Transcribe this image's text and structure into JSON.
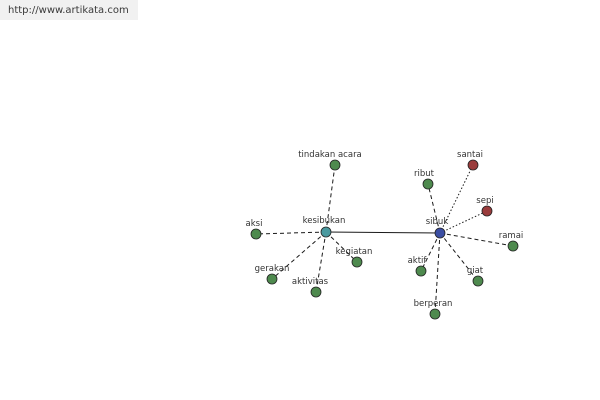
{
  "header": {
    "url": "http://www.artikata.com"
  },
  "colors": {
    "green": "#4e8a4e",
    "teal": "#4a9aa0",
    "blue": "#3b4ea3",
    "red": "#9a3c3c"
  },
  "graph": {
    "nodes": [
      {
        "id": "kesibukan",
        "label": "kesibukan",
        "color": "teal"
      },
      {
        "id": "sibuk",
        "label": "sibuk",
        "color": "blue"
      },
      {
        "id": "tindakan-acara",
        "label": "tindakan acara",
        "color": "green"
      },
      {
        "id": "aksi",
        "label": "aksi",
        "color": "green"
      },
      {
        "id": "gerakan",
        "label": "gerakan",
        "color": "green"
      },
      {
        "id": "aktivitas",
        "label": "aktivitas",
        "color": "green"
      },
      {
        "id": "kegiatan",
        "label": "kegiatan",
        "color": "green"
      },
      {
        "id": "ribut",
        "label": "ribut",
        "color": "green"
      },
      {
        "id": "santai",
        "label": "santai",
        "color": "red"
      },
      {
        "id": "sepi",
        "label": "sepi",
        "color": "red"
      },
      {
        "id": "ramai",
        "label": "ramai",
        "color": "green"
      },
      {
        "id": "giat",
        "label": "giat",
        "color": "green"
      },
      {
        "id": "aktif",
        "label": "aktif",
        "color": "green"
      },
      {
        "id": "berperan",
        "label": "berperan",
        "color": "green"
      }
    ],
    "edges": [
      {
        "from": "kesibukan",
        "to": "sibuk",
        "style": "solid"
      },
      {
        "from": "kesibukan",
        "to": "tindakan-acara",
        "style": "dashed"
      },
      {
        "from": "kesibukan",
        "to": "aksi",
        "style": "dashed"
      },
      {
        "from": "kesibukan",
        "to": "gerakan",
        "style": "dashed"
      },
      {
        "from": "kesibukan",
        "to": "aktivitas",
        "style": "dashed"
      },
      {
        "from": "kesibukan",
        "to": "kegiatan",
        "style": "dashed"
      },
      {
        "from": "sibuk",
        "to": "ribut",
        "style": "dashed"
      },
      {
        "from": "sibuk",
        "to": "santai",
        "style": "dotted"
      },
      {
        "from": "sibuk",
        "to": "sepi",
        "style": "dotted"
      },
      {
        "from": "sibuk",
        "to": "ramai",
        "style": "dashed"
      },
      {
        "from": "sibuk",
        "to": "giat",
        "style": "dashed"
      },
      {
        "from": "sibuk",
        "to": "aktif",
        "style": "dashed"
      },
      {
        "from": "sibuk",
        "to": "berperan",
        "style": "dashed"
      }
    ]
  }
}
